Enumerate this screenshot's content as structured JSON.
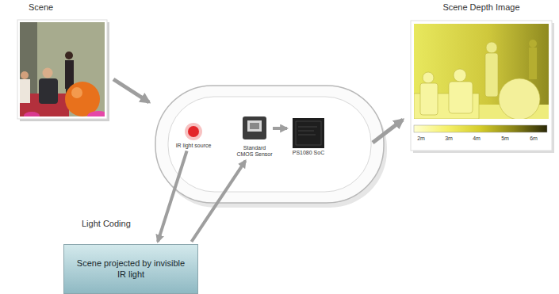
{
  "diagram": {
    "nodes": [
      {
        "text": [
          "Scene"
        ]
      },
      {
        "text": [
          "Scene Depth Image"
        ]
      },
      {
        "text": [
          "IR light source"
        ]
      },
      {
        "text": [
          "Standard CMOS Sensor"
        ]
      },
      {
        "text": [
          "PS1080 SoC"
        ]
      },
      {
        "text": [
          "Scene projected by invisible IR light"
        ]
      }
    ],
    "edges": [
      {
        "from": 3,
        "to": 4,
        "arrow": "to"
      },
      {
        "from": 2,
        "to": 5,
        "arrow": "to"
      },
      {
        "from": 5,
        "to": 3,
        "arrow": "to"
      }
    ],
    "labels": [
      "Light Coding",
      "2m",
      "3m",
      "4m",
      "5m",
      "6m"
    ]
  }
}
